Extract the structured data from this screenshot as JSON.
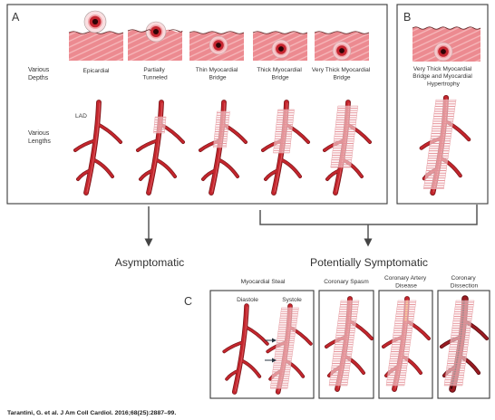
{
  "panels": {
    "a": "A",
    "b": "B",
    "c": "C"
  },
  "rows": {
    "depths": [
      "Various",
      "Depths"
    ],
    "lengths": [
      "Various",
      "Lengths"
    ]
  },
  "vessel_label": "LAD",
  "columns": [
    {
      "label": [
        "Epicardial"
      ]
    },
    {
      "label": [
        "Partially",
        "Tunneled"
      ]
    },
    {
      "label": [
        "Thin Myocardial",
        "Bridge"
      ]
    },
    {
      "label": [
        "Thick Myocardial",
        "Bridge"
      ]
    },
    {
      "label": [
        "Very Thick Myocardial",
        "Bridge"
      ]
    }
  ],
  "panel_b_label": [
    "Very Thick Myocardial",
    "Bridge and Myocardial",
    "Hypertrophy"
  ],
  "outcomes": {
    "asymptomatic": "Asymptomatic",
    "symptomatic": "Potentially Symptomatic"
  },
  "panel_c": [
    {
      "title": [
        "Myocardial Steal"
      ],
      "phases": [
        "Diastole",
        "Systole"
      ]
    },
    {
      "title": [
        "Coronary Spasm"
      ]
    },
    {
      "title": [
        "Coronary Artery",
        "Disease"
      ]
    },
    {
      "title": [
        "Coronary",
        "Dissection"
      ]
    }
  ],
  "citation": "Tarantini, G. et al. J Am Coll Cardiol. 2016;68(25):2887–99.",
  "colors": {
    "vessel": "#c3262d",
    "vessel_outline": "#7b1418",
    "myocardium": "#ec8a90",
    "bridge_hatch": "#e7979d",
    "plaque": "#f2a53a"
  }
}
